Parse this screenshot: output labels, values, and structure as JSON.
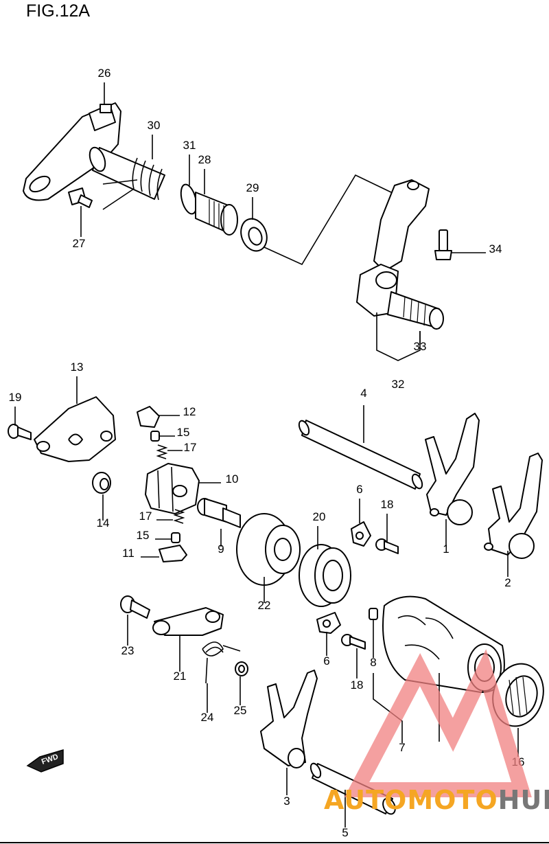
{
  "figure": {
    "title": "FIG.12A"
  },
  "callouts": [
    {
      "id": "26",
      "text": "26"
    },
    {
      "id": "30",
      "text": "30"
    },
    {
      "id": "31",
      "text": "31"
    },
    {
      "id": "28",
      "text": "28"
    },
    {
      "id": "29",
      "text": "29"
    },
    {
      "id": "27",
      "text": "27"
    },
    {
      "id": "34",
      "text": "34"
    },
    {
      "id": "33",
      "text": "33"
    },
    {
      "id": "32",
      "text": "32"
    },
    {
      "id": "13",
      "text": "13"
    },
    {
      "id": "19",
      "text": "19"
    },
    {
      "id": "12",
      "text": "12"
    },
    {
      "id": "15a",
      "text": "15"
    },
    {
      "id": "17a",
      "text": "17"
    },
    {
      "id": "10",
      "text": "10"
    },
    {
      "id": "14",
      "text": "14"
    },
    {
      "id": "17b",
      "text": "17"
    },
    {
      "id": "15b",
      "text": "15"
    },
    {
      "id": "11",
      "text": "11"
    },
    {
      "id": "9",
      "text": "9"
    },
    {
      "id": "4",
      "text": "4"
    },
    {
      "id": "6a",
      "text": "6"
    },
    {
      "id": "18a",
      "text": "18"
    },
    {
      "id": "20",
      "text": "20"
    },
    {
      "id": "22",
      "text": "22"
    },
    {
      "id": "1",
      "text": "1"
    },
    {
      "id": "2",
      "text": "2"
    },
    {
      "id": "23",
      "text": "23"
    },
    {
      "id": "21",
      "text": "21"
    },
    {
      "id": "24",
      "text": "24"
    },
    {
      "id": "25",
      "text": "25"
    },
    {
      "id": "6b",
      "text": "6"
    },
    {
      "id": "18b",
      "text": "18"
    },
    {
      "id": "8",
      "text": "8"
    },
    {
      "id": "7",
      "text": "7"
    },
    {
      "id": "16",
      "text": "16"
    },
    {
      "id": "3",
      "text": "3"
    },
    {
      "id": "5",
      "text": "5"
    }
  ],
  "direction_badge": {
    "text": "FWD"
  },
  "watermark": {
    "part1": "AUTO",
    "part2": "MOTO",
    "part3": "HUB",
    "color_primary": "#f5a623",
    "color_secondary": "#777777",
    "color_triangle": "#f08080"
  }
}
